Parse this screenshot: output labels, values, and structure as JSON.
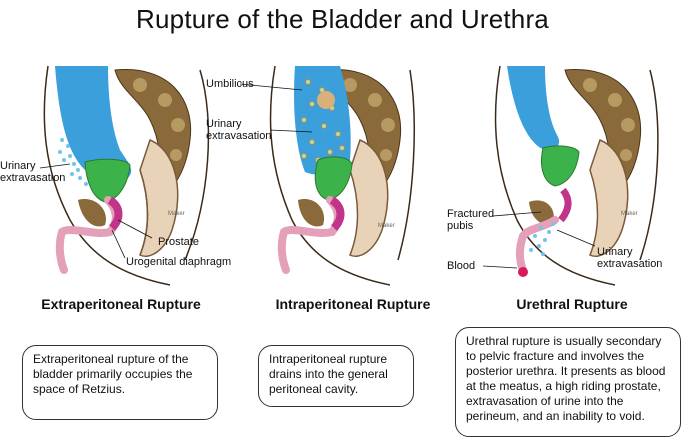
{
  "title": "Rupture of the Bladder and Urethra",
  "panels": [
    {
      "heading": "Extraperitoneal Rupture",
      "labels": {
        "urinary_extravasation": "Urinary\nextravasation",
        "prostate": "Prostate",
        "urogenital": "Urogenital diaphragm",
        "maker": "Maker"
      },
      "description": "Extraperitoneal rupture of the bladder primarily occupies the space of Retzius."
    },
    {
      "heading": "Intraperitoneal Rupture",
      "labels": {
        "umbilicus": "Umbilicus",
        "urinary_extravasation": "Urinary\nextravasation",
        "maker": "Maker"
      },
      "description": "Intraperitoneal rupture drains into the general peritoneal cavity."
    },
    {
      "heading": "Urethral  Rupture",
      "labels": {
        "fractured_pubis": "Fractured\npubis",
        "blood": "Blood",
        "urinary_extravasation": "Urinary\nextravasation",
        "maker": "Maker"
      },
      "description": "Urethral rupture is usually secondary to pelvic fracture and involves the posterior urethra. It presents as blood at the meatus, a high riding prostate, extravasation of urine into the perineum, and an inability to void."
    }
  ],
  "colors": {
    "bladder": "#3b9fdb",
    "prostate": "#3cb24a",
    "rectum": "#e8d3b9",
    "sacrum": "#8a6a3a",
    "penis": "#e3a0b8",
    "urethra": "#c2338a",
    "droplet": "#6ec6ee"
  }
}
